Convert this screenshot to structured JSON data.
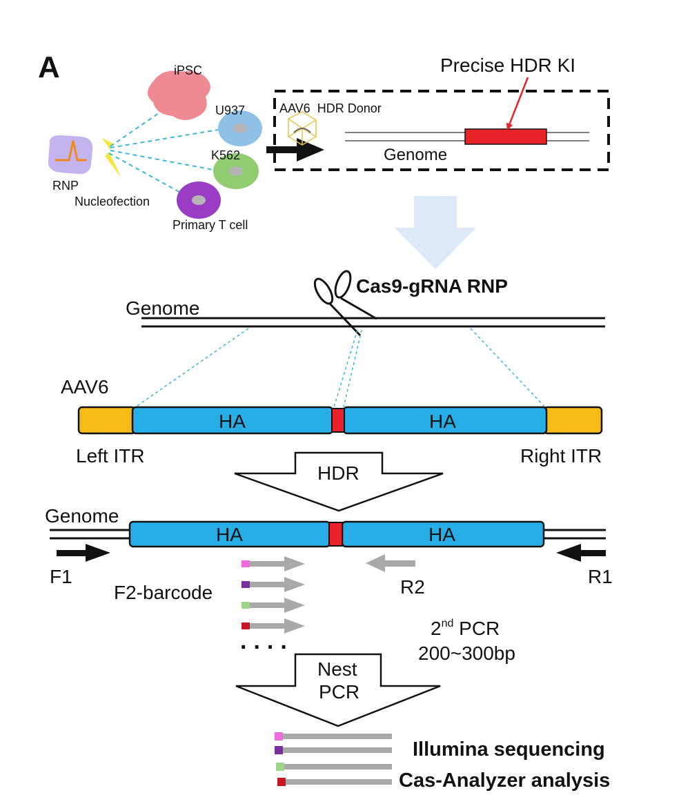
{
  "panel_letter": "A",
  "top": {
    "cells": [
      "iPSC",
      "U937",
      "K562",
      "Primary T cell"
    ],
    "rnp_label": "RNP",
    "nucleofection_label": "Nucleofection",
    "donor_label": "AAV6  HDR Donor",
    "genome_label": "Genome",
    "precise_label": "Precise HDR KI"
  },
  "construct": {
    "genome_label": "Genome",
    "cas9_label": "Cas9-gRNA RNP",
    "aav_label": "AAV6",
    "ha_left": "HA",
    "ha_right": "HA",
    "left_itr": "Left ITR",
    "right_itr": "Right ITR",
    "hdr_label": "HDR"
  },
  "edited": {
    "genome_label": "Genome",
    "ha_left": "HA",
    "ha_right": "HA",
    "f1": "F1",
    "r1": "R1",
    "r2": "R2",
    "f2_barcode": "F2-barcode",
    "pcr2_prefix": "2",
    "pcr2_sup": "nd",
    "pcr2_suffix": " PCR",
    "pcr2_size": "200~300bp",
    "dots": "....",
    "nest_line1": "Nest",
    "nest_line2": "PCR"
  },
  "output": {
    "line1": "Illumina sequencing",
    "line2": "Cas-Analyzer analysis"
  },
  "colors": {
    "ha_blue": "#27aee6",
    "itr_gold": "#f7bb16",
    "insert_red": "#e8232a",
    "ipsc_pink": "#f08a92",
    "u937_blue": "#8fc0e6",
    "k562_green": "#8fcd70",
    "tcell_purple": "#9b3dc4",
    "rnp_lilac": "#c4b4ee",
    "rnp_orange": "#f08a1a",
    "dashed_cyan": "#3ab6d8",
    "big_arrow": "#dde9f6",
    "grey_primer": "#a9a9a9",
    "barcodes": [
      "#f06adf",
      "#7a2f9e",
      "#9fd48a",
      "#c81522"
    ]
  }
}
